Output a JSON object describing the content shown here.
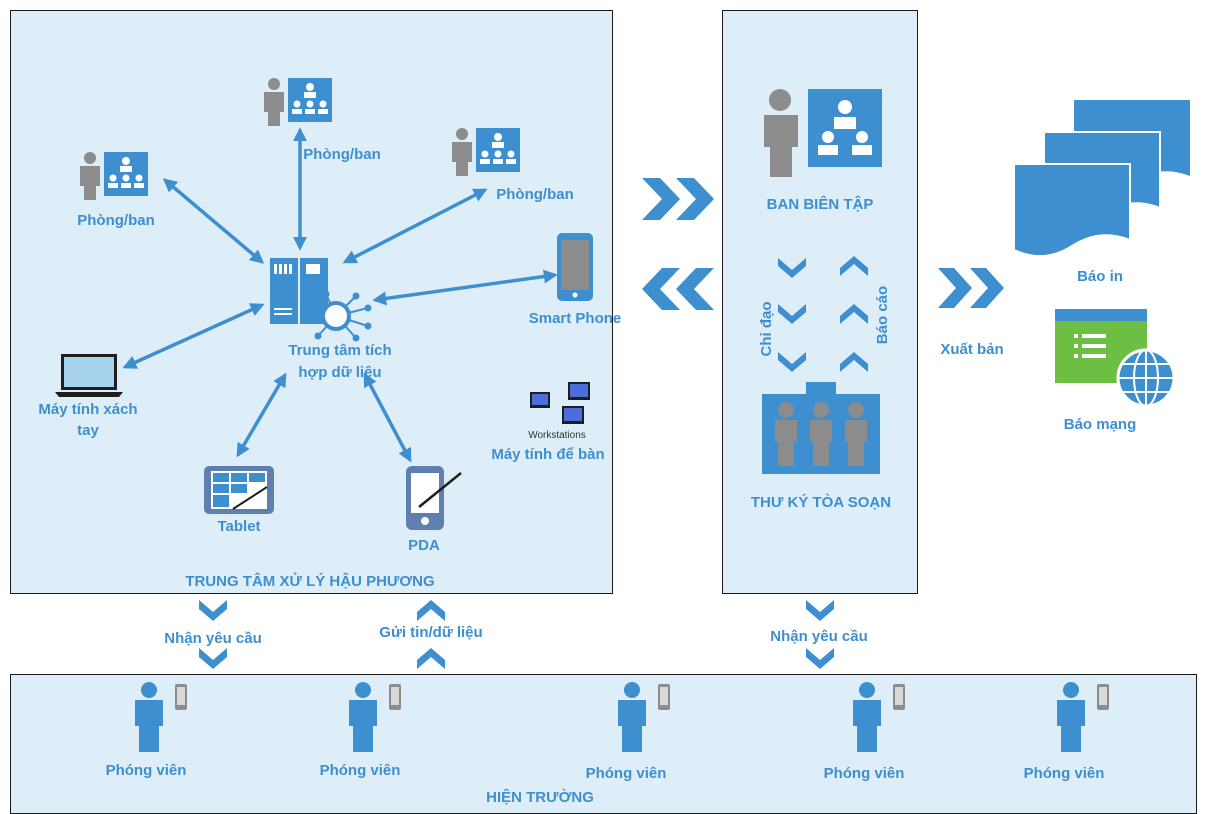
{
  "colors": {
    "accent": "#3e8fd0",
    "box_fill": "#ddeef8",
    "gray": "#8c8c8c",
    "green": "#6dbf44"
  },
  "hub": {
    "title": "TRUNG TÂM XỬ LÝ HẬU PHƯƠNG",
    "center_label_1": "Trung tâm tích",
    "center_label_2": "hợp dữ liệu",
    "dept_1": "Phòng/ban",
    "dept_2": "Phòng/ban",
    "dept_3": "Phòng/ban",
    "smartphone": "Smart Phone",
    "laptop_1": "Máy tính xách",
    "laptop_2": "tay",
    "workstations_small": "Workstations",
    "desktop": "Máy tính để bàn",
    "tablet": "Tablet",
    "pda": "PDA"
  },
  "editorial": {
    "board": "BAN BIÊN TẬP",
    "direct": "Chỉ đạo",
    "report": "Báo cáo",
    "secretary": "THƯ KÝ TÒA SOẠN"
  },
  "output": {
    "publish": "Xuất bản",
    "print": "Báo in",
    "online": "Báo mạng"
  },
  "flows": {
    "receive_left": "Nhận yêu cầu",
    "send": "Gửi tin/dữ liệu",
    "receive_right": "Nhận yêu cầu"
  },
  "field": {
    "title": "HIỆN TRƯỜNG",
    "reporters": [
      "Phóng viên",
      "Phóng viên",
      "Phóng viên",
      "Phóng viên",
      "Phóng viên"
    ]
  }
}
